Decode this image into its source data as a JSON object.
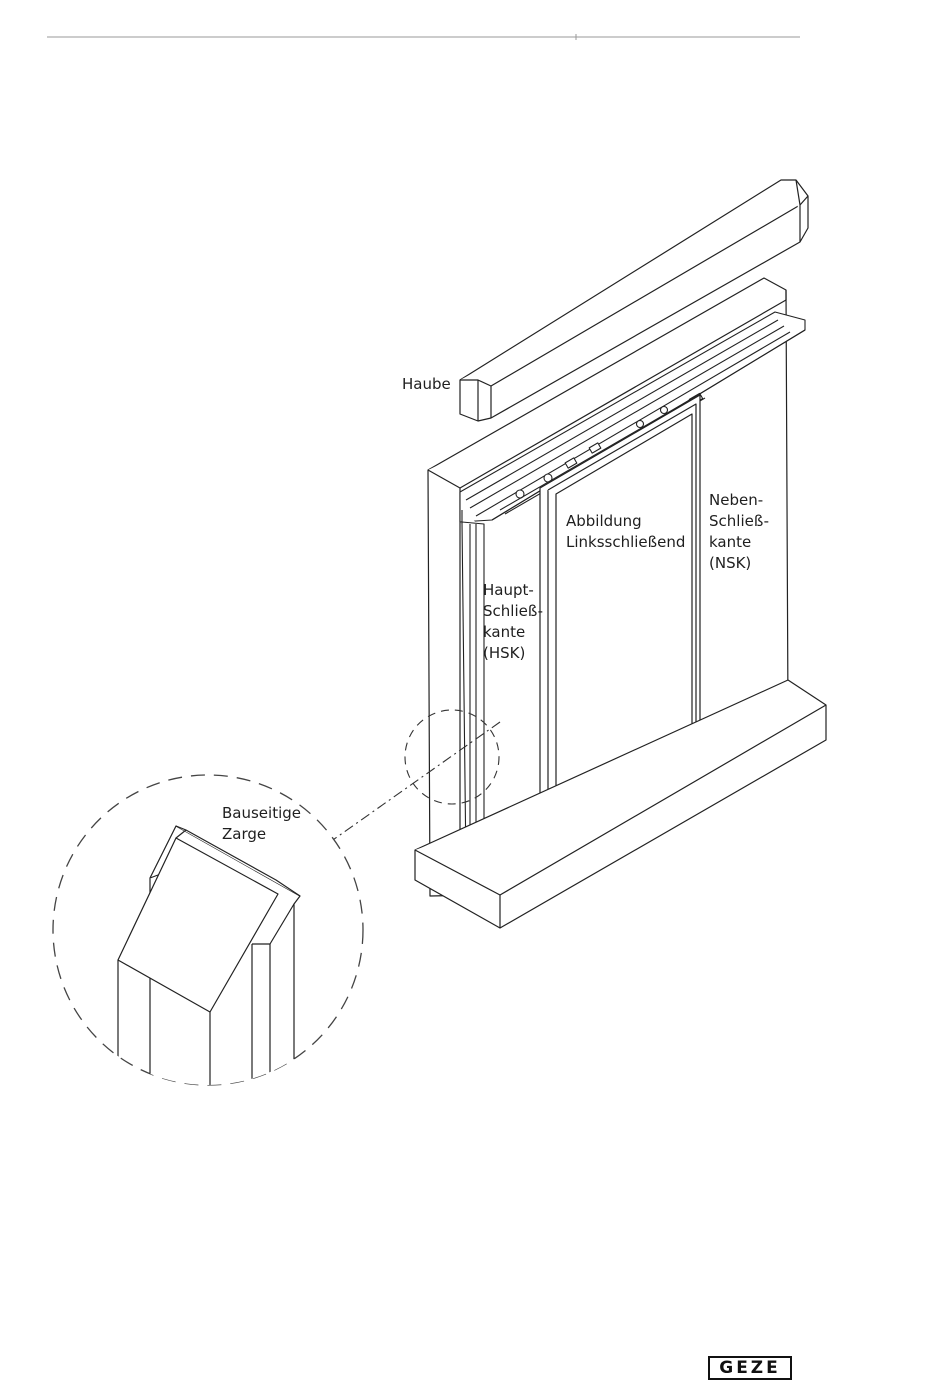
{
  "labels": {
    "haube": "Haube",
    "hsk": [
      "Haupt-",
      "Schließ-",
      "kante",
      "(HSK)"
    ],
    "abbildung": [
      "Abbildung",
      "Linksschließend"
    ],
    "nsk": [
      "Neben-",
      "Schließ-",
      "kante",
      "(NSK)"
    ],
    "zarge": [
      "Bauseitige",
      "Zarge"
    ]
  },
  "logo": {
    "text": "GEZE"
  }
}
